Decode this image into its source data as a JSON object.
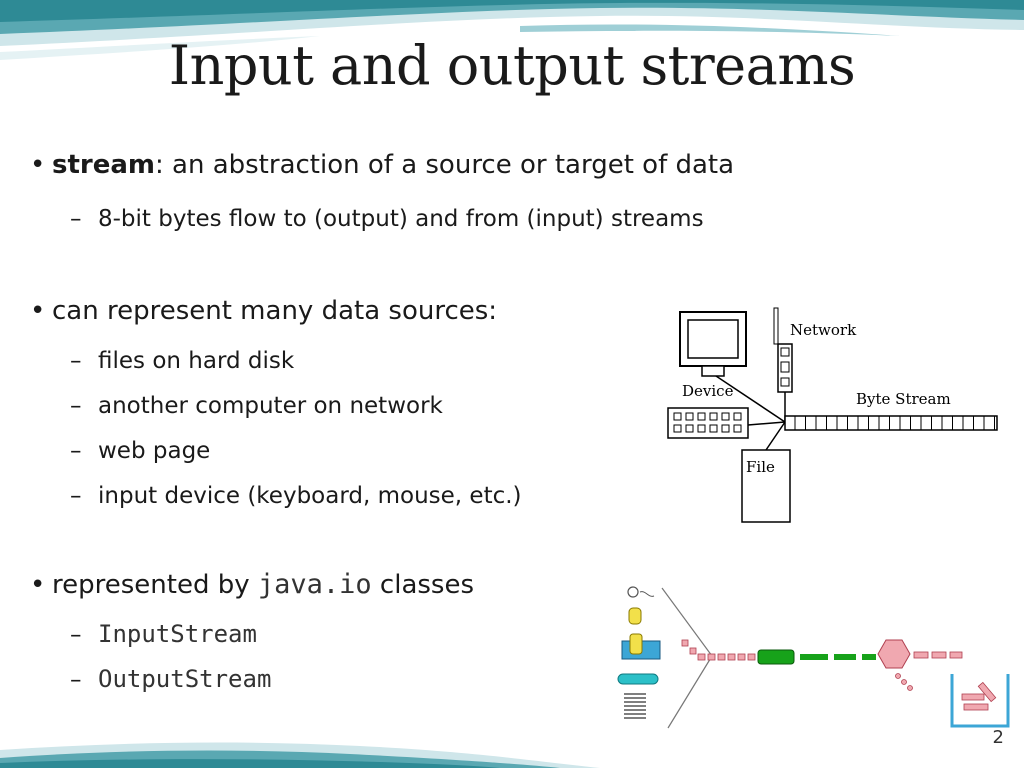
{
  "slide": {
    "title": "Input and output streams",
    "page_number": "2"
  },
  "bullets": [
    {
      "lead": "stream",
      "text": ": an abstraction of a source or target of data",
      "subs": [
        "8-bit bytes flow to (output) and from (input) streams"
      ]
    },
    {
      "text": "can represent many data sources:",
      "subs": [
        "files on hard disk",
        "another computer on network",
        "web page",
        "input device (keyboard, mouse, etc.)"
      ]
    },
    {
      "text_before": "represented by ",
      "code": "java.io",
      "text_after": " classes",
      "subs": [
        "InputStream",
        "OutputStream"
      ]
    }
  ],
  "diagram": {
    "network_label": "Network",
    "device_label": "Device",
    "byte_stream_label": "Byte  Stream",
    "file_label": "File"
  },
  "colors": {
    "wave_dark": "#2e8a95",
    "wave_light": "#cfe6ea",
    "stream_green": "#17a21a",
    "stream_pink": "#f0a8b0",
    "stream_blue": "#3ca6d6",
    "stream_cyan": "#2cc0c8",
    "stream_yellow": "#f2e04a"
  }
}
